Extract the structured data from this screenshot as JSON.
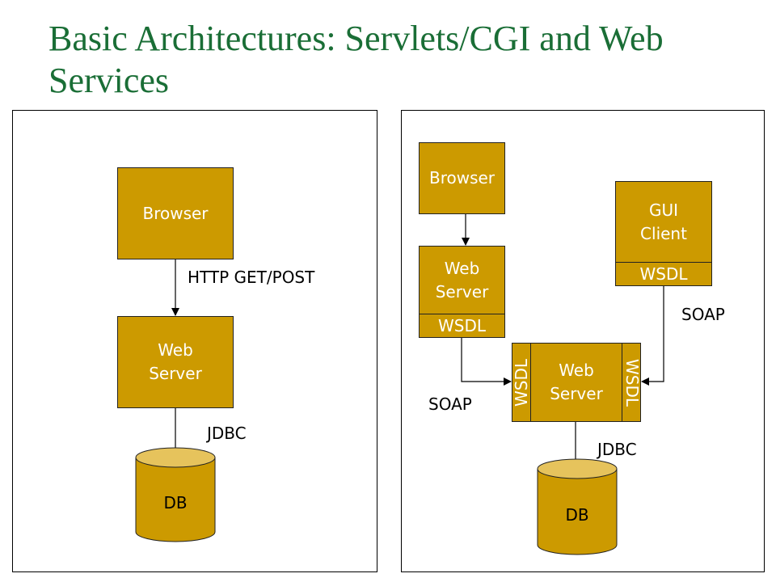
{
  "title": "Basic Architectures: Servlets/CGI and Web Services",
  "left": {
    "browser": "Browser",
    "web_server": [
      "Web",
      "Server"
    ],
    "db": "DB",
    "http_label": "HTTP GET/POST",
    "jdbc_label": "JDBC"
  },
  "right": {
    "browser": "Browser",
    "web_server": [
      "Web",
      "Server"
    ],
    "web_server_wsdl": "WSDL",
    "gui_client": [
      "GUI",
      "Client"
    ],
    "gui_client_wsdl": "WSDL",
    "service": [
      "Web",
      "Server"
    ],
    "service_wsdl_left": "WSDL",
    "service_wsdl_right": "WSDL",
    "soap_left": "SOAP",
    "soap_right": "SOAP",
    "jdbc_label": "JDBC",
    "db": "DB"
  },
  "colors": {
    "title": "#1a6e36",
    "box_fill": "#cc9a00",
    "db_top": "#e6c35c"
  }
}
